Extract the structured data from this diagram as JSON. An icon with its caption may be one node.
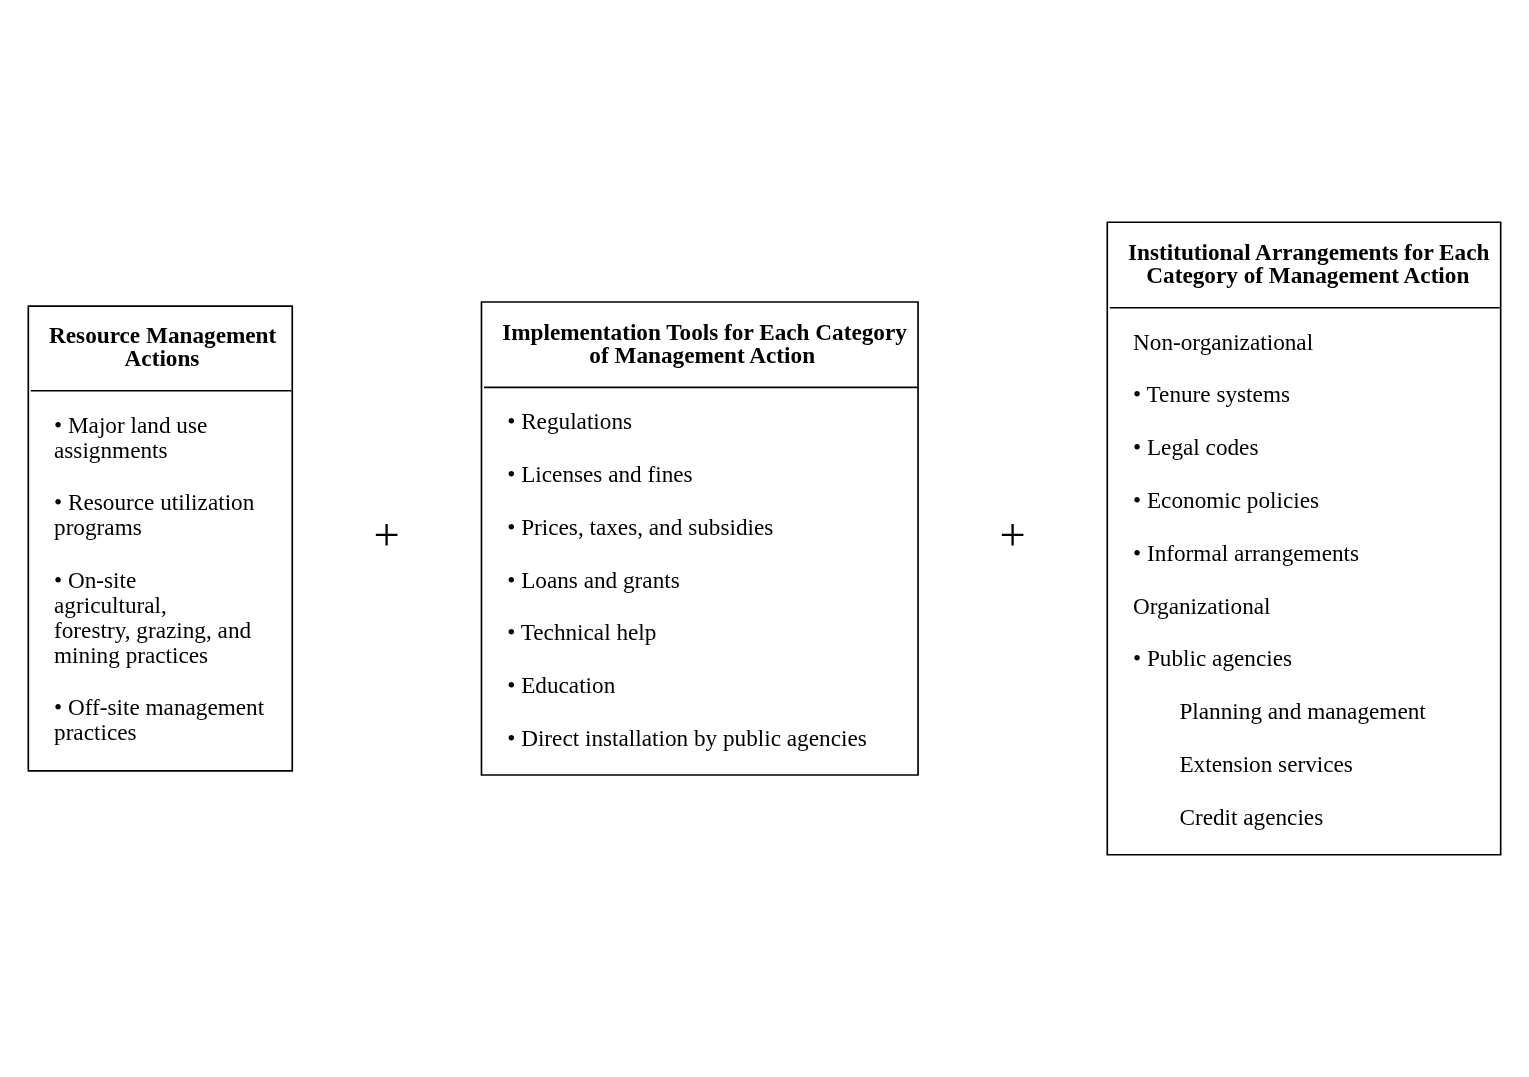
{
  "diagram": {
    "nodes": [
      {
        "text": [
          "Resource Management Actions",
          "• Major land use assignments",
          "• Resource utilization programs",
          "• On-site agricultural, forestry, grazing, and mining practices",
          "• Off-site management practices"
        ]
      },
      {
        "text": [
          "Implementation Tools for Each Category of Management Action",
          "• Regulations",
          "• Licenses and fines",
          "• Prices, taxes, and subsidies",
          "• Loans and grants",
          "• Technical help",
          "• Education",
          "• Direct installation by public agencies"
        ]
      },
      {
        "text": [
          "Institutional Arrangements for Each Category of Management Action",
          "Non-organizational",
          "• Tenure systems",
          "• Legal codes",
          "• Economic policies",
          "• Informal arrangements",
          "Organizational",
          "• Public agencies",
          "Planning and management",
          "Extension services",
          "Credit agencies"
        ]
      }
    ],
    "edges": [],
    "labels": [
      "+",
      "+"
    ]
  }
}
